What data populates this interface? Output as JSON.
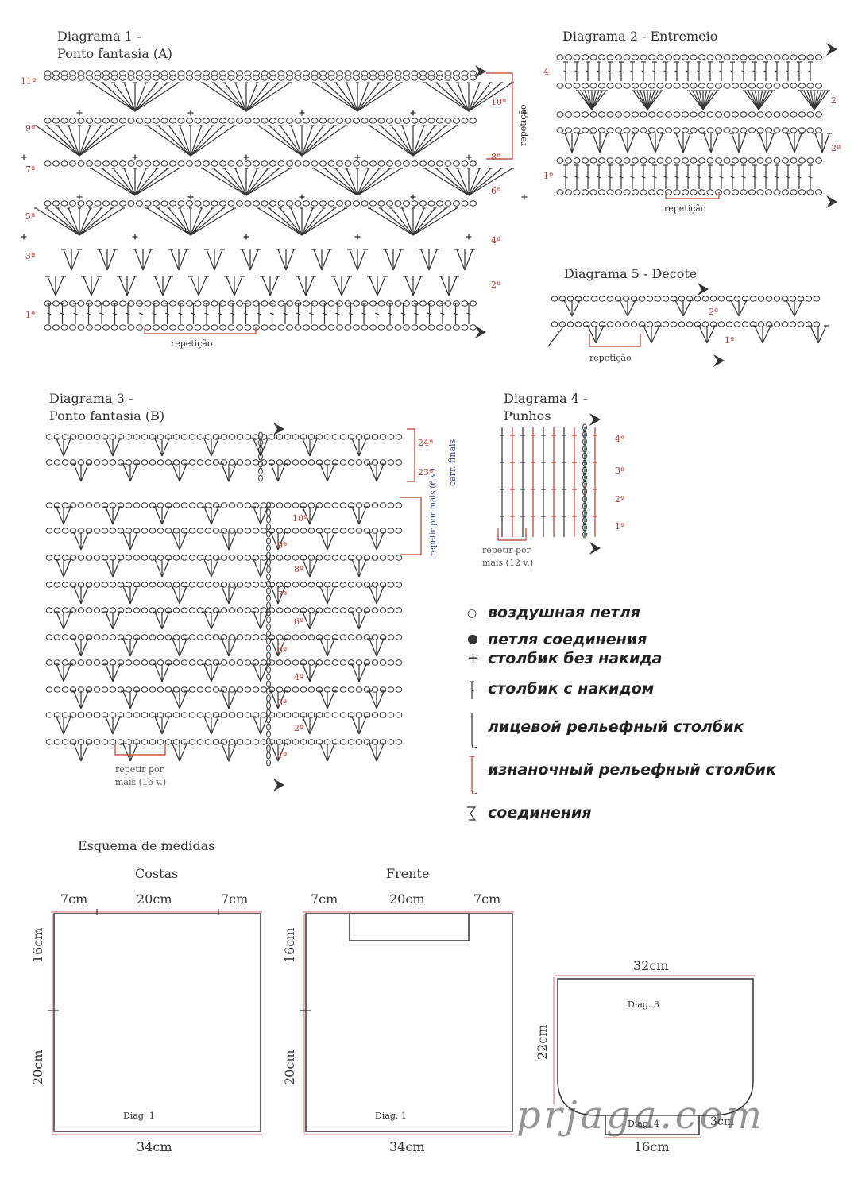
{
  "diagram1": {
    "title_line1": "Diagrama 1 -",
    "title_line2": "Ponto fantasia (A)",
    "rows_left": [
      "11ª",
      "9ª",
      "7ª",
      "5ª",
      "3ª",
      "1ª"
    ],
    "rows_right": [
      "10ª",
      "8ª",
      "6ª",
      "4ª",
      "2ª"
    ],
    "repeat_label": "repetição",
    "side_label": "repetição"
  },
  "diagram2": {
    "title": "Diagrama 2 - Entremeio",
    "rows_left": [
      "4",
      "1ª"
    ],
    "rows_right": [
      "2",
      "2ª"
    ],
    "repeat_label": "repetição"
  },
  "diagram5": {
    "title": "Diagrama 5 - Decote",
    "rows": [
      "2ª",
      "1ª"
    ],
    "repeat_label": "repetição"
  },
  "diagram3": {
    "title_line1": "Diagrama 3 -",
    "title_line2": "Ponto fantasia (B)",
    "rows_top": [
      "24ª",
      "23ª"
    ],
    "rows": [
      "10ª",
      "9ª",
      "8ª",
      "7ª",
      "6ª",
      "5ª",
      "4ª",
      "3ª",
      "2ª",
      "1ª"
    ],
    "side_top": "carr. finais",
    "side_repeat": "repetir por mais (6 v.)",
    "repeat_line1": "repetir por",
    "repeat_line2": "mais (16 v.)"
  },
  "diagram4": {
    "title_line1": "Diagrama 4 -",
    "title_line2": "Punhos",
    "rows": [
      "4ª",
      "3ª",
      "2ª",
      "1ª"
    ],
    "repeat_line1": "repetir por",
    "repeat_line2": "mais (12 v.)"
  },
  "legend": {
    "items": [
      {
        "icon": "chain-icon",
        "text": "воздушная петля"
      },
      {
        "icon": "slip-stitch-icon",
        "text": "петля соединения"
      },
      {
        "icon": "single-crochet-icon",
        "text": "столбик без накида"
      },
      {
        "icon": "double-crochet-icon",
        "text": "столбик с накидом"
      },
      {
        "icon": "front-post-icon",
        "text": "лицевой рельефный столбик"
      },
      {
        "icon": "back-post-icon",
        "text": "изнаночный рельефный столбик"
      },
      {
        "icon": "join-icon",
        "text": "соединения"
      }
    ]
  },
  "schema": {
    "title": "Esquema de medidas",
    "back": {
      "label": "Costas",
      "top_left": "7cm",
      "top_mid": "20cm",
      "top_right": "7cm",
      "side_top": "16cm",
      "side_bottom": "20cm",
      "inner": "Diag. 1",
      "bottom": "34cm"
    },
    "front": {
      "label": "Frente",
      "top_left": "7cm",
      "top_mid": "20cm",
      "top_right": "7cm",
      "side_top": "16cm",
      "side_bottom": "20cm",
      "inner": "Diag. 1",
      "bottom": "34cm"
    },
    "sleeve": {
      "top": "32cm",
      "inner_top": "Diag. 3",
      "side": "22cm",
      "inner_bottom": "Diag. 4",
      "cuff": "3cm",
      "bottom": "16cm"
    }
  },
  "watermark": "prjaga.com",
  "colors": {
    "ink": "#333333",
    "red": "#c0392b",
    "blue": "#2c3e8f",
    "pink": "#e79aa0"
  }
}
